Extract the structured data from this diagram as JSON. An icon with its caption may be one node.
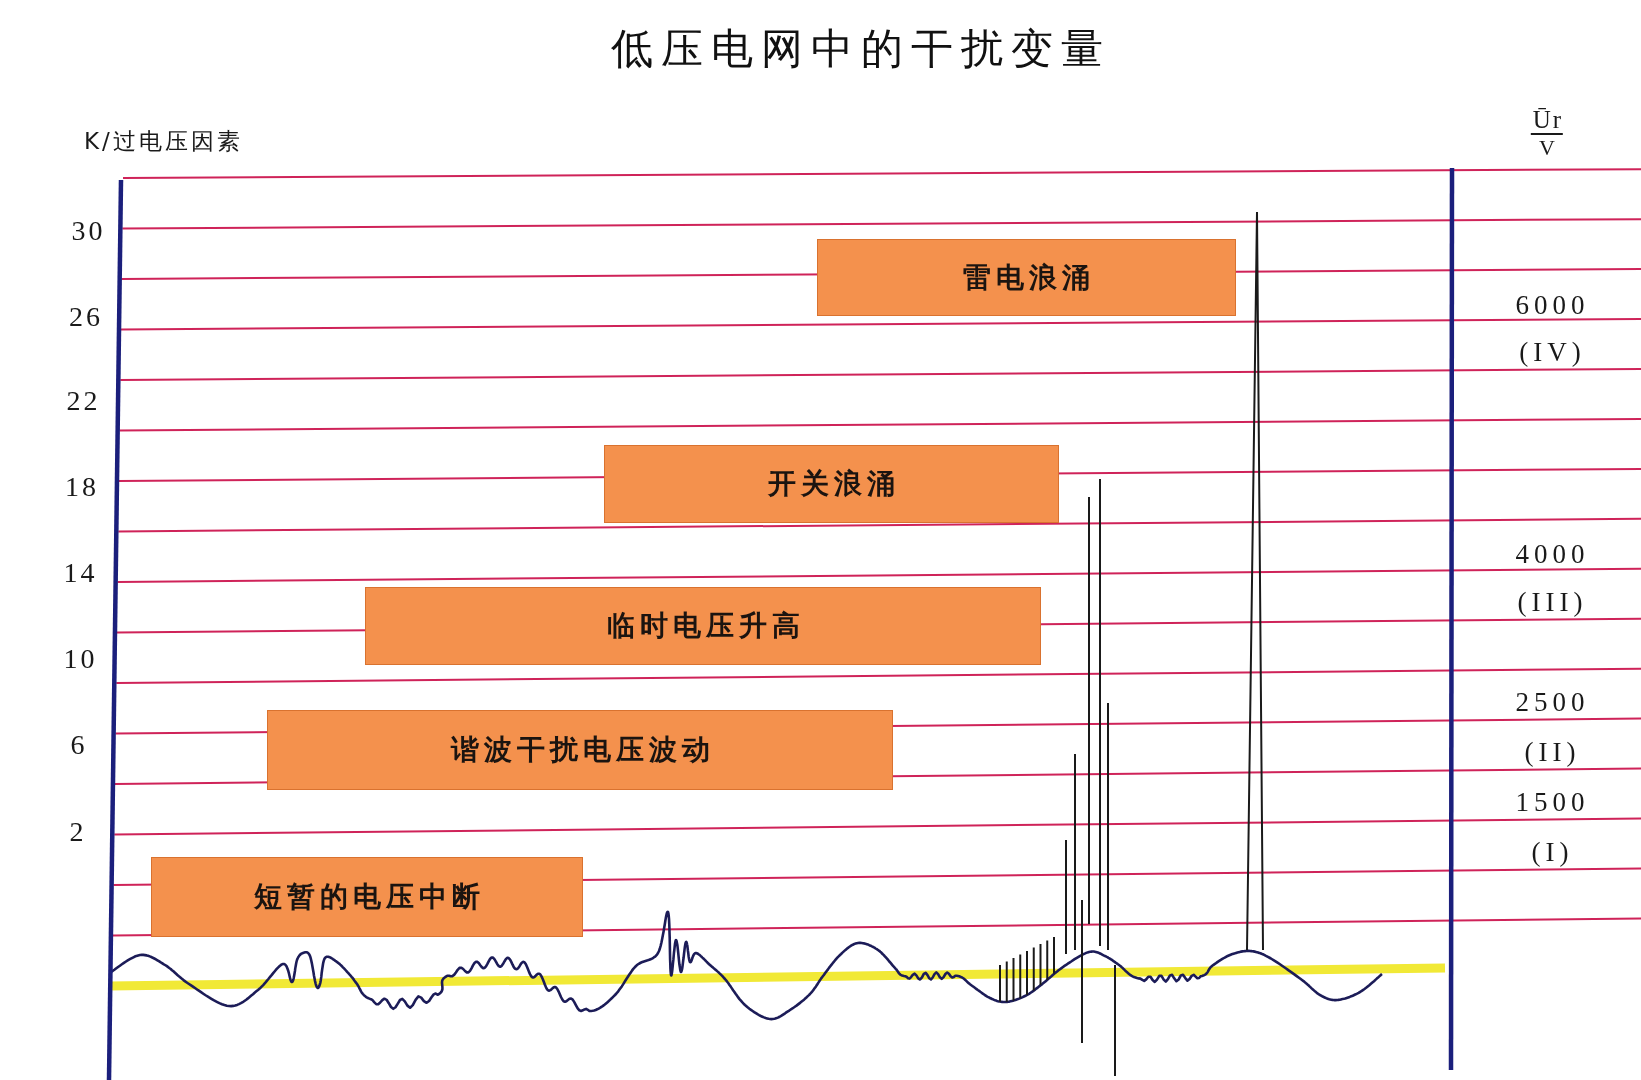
{
  "diagram": {
    "title": "低压电网中的干扰变量",
    "nodes": [
      {
        "text": [
          "雷电浪涌"
        ]
      },
      {
        "text": [
          "开关浪涌"
        ]
      },
      {
        "text": [
          "临时电压升高"
        ]
      },
      {
        "text": [
          "谐波干扰电压波动"
        ]
      },
      {
        "text": [
          "短暂的电压中断"
        ]
      }
    ],
    "labels": [
      "K/过电压因素",
      "30",
      "26",
      "22",
      "18",
      "14",
      "10",
      "6",
      "2",
      "Ūr",
      "V",
      "6000",
      "(IV)",
      "4000",
      "(III)",
      "2500",
      "(II)",
      "1500",
      "(I)"
    ]
  }
}
